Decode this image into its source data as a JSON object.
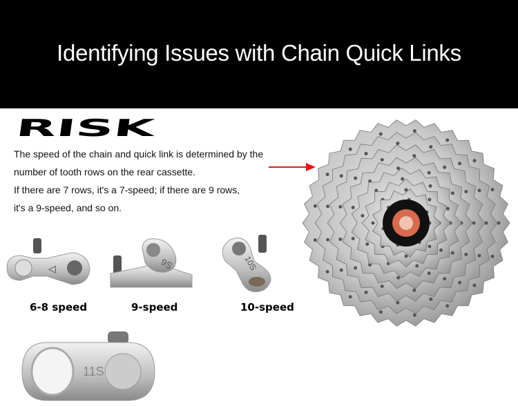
{
  "title": "Identifying Issues with Chain Quick Links",
  "brand": "RISK",
  "description": [
    "The speed of the chain and quick link is determined by the",
    "number of tooth rows on the rear cassette.",
    "If there are 7 rows, it's a 7-speed; if there are 9 rows,",
    "it's a 9-speed, and so on."
  ],
  "links": [
    {
      "label": "6-8 speed",
      "stamp": "◁"
    },
    {
      "label": "9-speed",
      "stamp": "9S"
    },
    {
      "label": "10-speed",
      "stamp": "10S"
    },
    {
      "label": "",
      "stamp": "11S"
    }
  ],
  "colors": {
    "arrow": "#e8141a",
    "hub": "#d86a50"
  }
}
